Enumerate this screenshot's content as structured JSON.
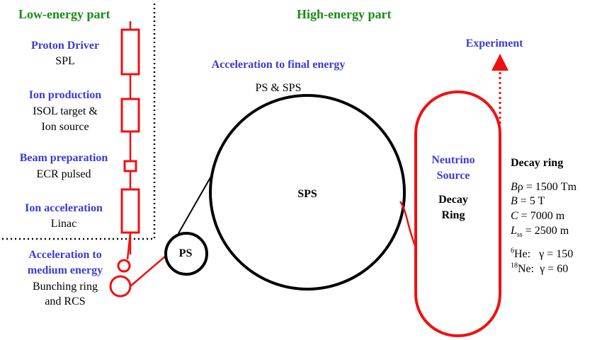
{
  "headers": {
    "low_energy": "Low-energy part",
    "high_energy": "High-energy part"
  },
  "low_energy_stages": [
    {
      "title": "Proton Driver",
      "lines": [
        "SPL"
      ]
    },
    {
      "title": "Ion production",
      "lines": [
        "ISOL target &",
        "Ion source"
      ]
    },
    {
      "title": "Beam preparation",
      "lines": [
        "ECR pulsed"
      ]
    },
    {
      "title": "Ion acceleration",
      "lines": [
        "Linac"
      ]
    }
  ],
  "medium_energy": {
    "title_lines": [
      "Acceleration to",
      "medium energy"
    ],
    "lines": [
      "Bunching ring",
      "and RCS"
    ]
  },
  "final_energy": {
    "title": "Acceleration to final energy",
    "subtitle": "PS & SPS"
  },
  "rings": {
    "ps": "PS",
    "sps": "SPS"
  },
  "decay_ring_labels": {
    "neutrino_lines": [
      "Neutrino",
      "Source"
    ],
    "decay_lines": [
      "Decay",
      "Ring"
    ]
  },
  "experiment": "Experiment",
  "decay_ring_params": {
    "title": "Decay ring",
    "brho": {
      "sym": "B",
      "mid": "ρ",
      "rest": " = 1500 Tm"
    },
    "b": {
      "sym": "B",
      "rest": " = 5 T"
    },
    "c": {
      "sym": "C",
      "rest": " = 7000 m"
    },
    "lss": {
      "sym": "L",
      "sub": "ss",
      "rest": " = 2500 m"
    },
    "he": {
      "sup": "6",
      "rest": "He:   γ = 150"
    },
    "ne": {
      "sup": "18",
      "rest": "Ne:  γ = 60"
    }
  },
  "colors": {
    "accent_red": "#ee1111",
    "label_blue": "#3b3bd6",
    "header_green": "#1a8a1a"
  }
}
